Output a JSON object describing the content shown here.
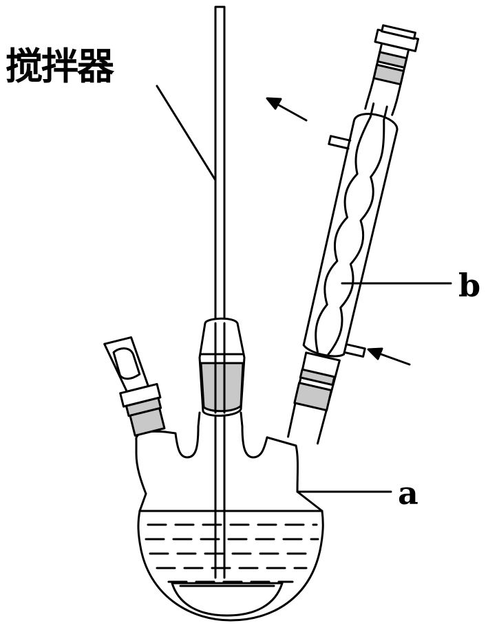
{
  "labels": {
    "stirrer": "搅拌器",
    "condenser": "b",
    "flask": "a"
  },
  "colors": {
    "line": "#000000",
    "ground_glass": "#c8c8c8"
  }
}
